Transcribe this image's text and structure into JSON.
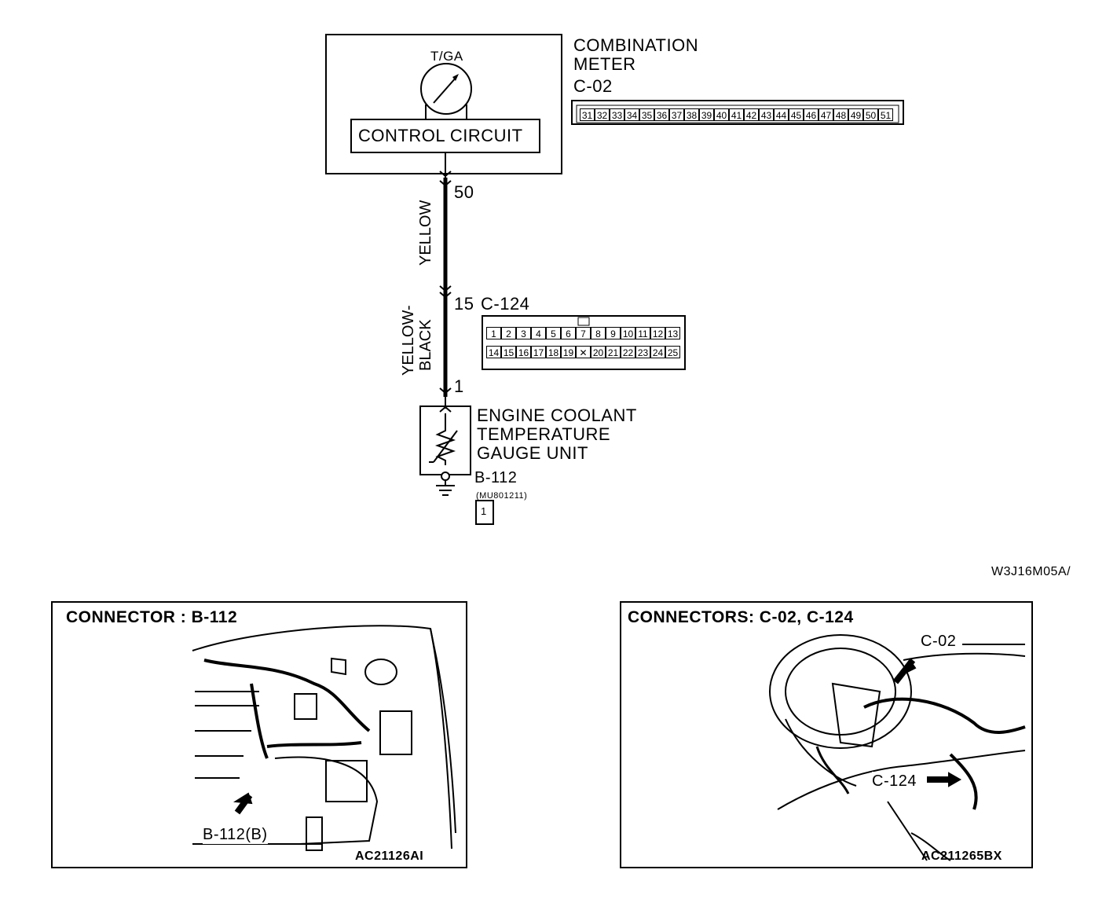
{
  "meter": {
    "gauge_label": "T/GA",
    "circuit_label": "CONTROL CIRCUIT",
    "title_line1": "COMBINATION",
    "title_line2": "METER",
    "connector_id": "C-02",
    "pins": [
      "31",
      "32",
      "33",
      "34",
      "35",
      "36",
      "37",
      "38",
      "39",
      "40",
      "41",
      "42",
      "43",
      "44",
      "45",
      "46",
      "47",
      "48",
      "49",
      "50",
      "51"
    ]
  },
  "wire": {
    "pin_meter": "50",
    "color_upper": "YELLOW",
    "pin_mid": "15",
    "connector_mid": "C-124",
    "color_lower_1": "YELLOW-",
    "color_lower_2": "BLACK",
    "pin_sensor": "1"
  },
  "c124": {
    "row1": [
      "1",
      "2",
      "3",
      "4",
      "5",
      "6",
      "7",
      "8",
      "9",
      "10",
      "11",
      "12",
      "13"
    ],
    "row2": [
      "14",
      "15",
      "16",
      "17",
      "18",
      "19",
      "✕",
      "20",
      "21",
      "22",
      "23",
      "24",
      "25"
    ]
  },
  "sensor": {
    "line1": "ENGINE COOLANT",
    "line2": "TEMPERATURE",
    "line3": "GAUGE UNIT",
    "connector_id": "B-112",
    "part_no": "(MU801211)",
    "connector_pin": "1"
  },
  "drawing_code": "W3J16M05A/",
  "panel_left": {
    "title": "CONNECTOR : B-112",
    "callout": "B-112(B)",
    "code": "AC21126AI"
  },
  "panel_right": {
    "title": "CONNECTORS: C-02, C-124",
    "callout_top": "C-02",
    "callout_bottom": "C-124",
    "code": "AC211265BX"
  }
}
